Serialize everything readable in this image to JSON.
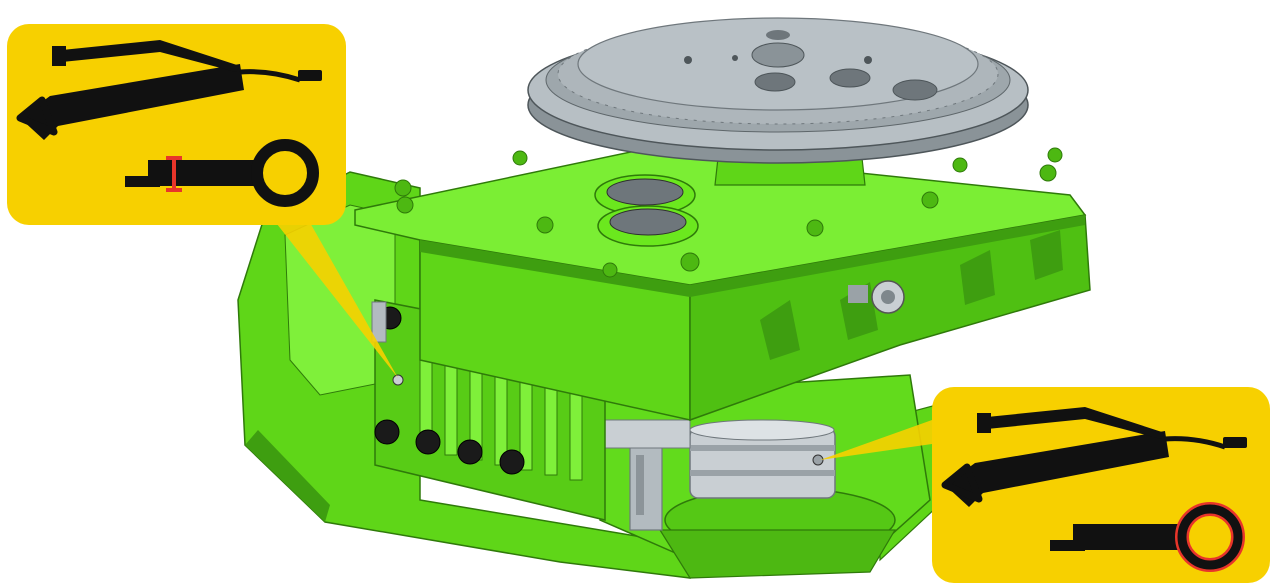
{
  "figure": {
    "subject": "gearbox-assembly-with-lubrication-points",
    "colors": {
      "body_green": "#6BE81E",
      "body_green_dark": "#3E9E10",
      "body_green_shadow": "#2F7A0A",
      "flange_grey": "#B7BFC4",
      "flange_grey_dark": "#7E878C",
      "callout_yellow": "#F7D000",
      "bolt_black": "#1A1A1A",
      "highlight_red": "#E8352A"
    },
    "callouts": [
      {
        "id": "callout-top-left",
        "icon": "grease-gun-icon",
        "fitting_icon": "grease-fitting-icon",
        "fitting_highlight": "shaft-band"
      },
      {
        "id": "callout-bottom-right",
        "icon": "grease-gun-icon",
        "fitting_icon": "grease-fitting-icon",
        "fitting_highlight": "ring"
      }
    ]
  }
}
